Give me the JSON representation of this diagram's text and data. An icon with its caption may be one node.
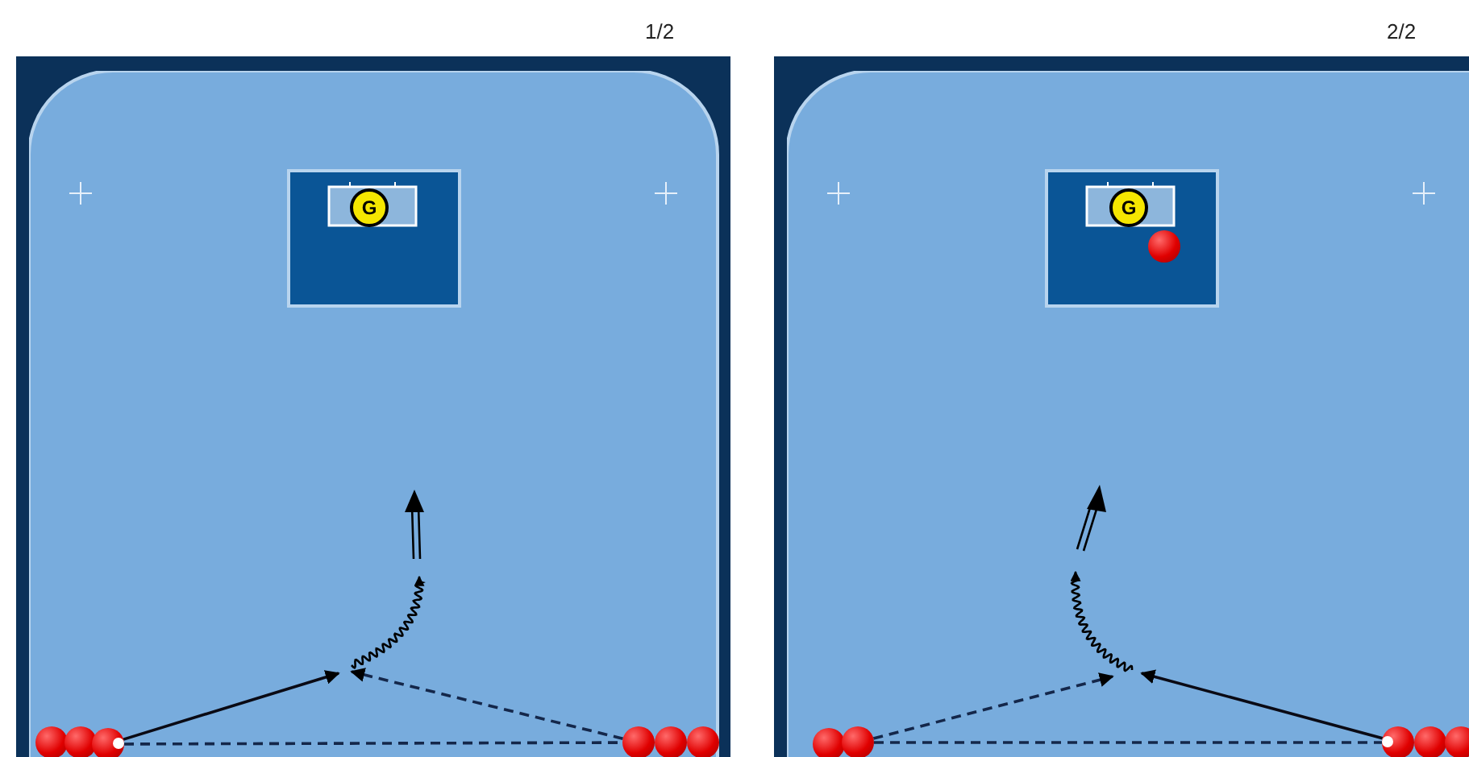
{
  "diagram": {
    "nodes": [
      {
        "text": [
          "G"
        ]
      },
      {
        "text": [],
        "shape": "circle"
      },
      {
        "text": [],
        "shape": "circle"
      },
      {
        "text": [],
        "shape": "circle"
      },
      {
        "text": [],
        "shape": "circle"
      },
      {
        "text": [],
        "shape": "circle"
      },
      {
        "text": [],
        "shape": "circle"
      },
      {
        "text": [
          "G"
        ]
      },
      {
        "text": [],
        "shape": "circle"
      },
      {
        "text": [],
        "shape": "circle"
      },
      {
        "text": [],
        "shape": "circle"
      },
      {
        "text": [],
        "shape": "circle"
      },
      {
        "text": [],
        "shape": "circle"
      },
      {
        "text": [],
        "shape": "circle"
      }
    ],
    "edges": [
      {
        "from": 3,
        "to": null,
        "arrow": "to"
      },
      {
        "from": 4,
        "to": null,
        "arrow": "to",
        "style": "dashed"
      },
      {
        "from": 3,
        "to": 4,
        "arrow": "none",
        "style": "dashed"
      },
      {
        "from": 10,
        "to": null,
        "arrow": "to",
        "style": "dashed"
      },
      {
        "from": 11,
        "to": null,
        "arrow": "to"
      },
      {
        "from": 10,
        "to": 11,
        "arrow": "none",
        "style": "dashed"
      }
    ],
    "labels": [
      "1/2",
      "2/2"
    ]
  }
}
